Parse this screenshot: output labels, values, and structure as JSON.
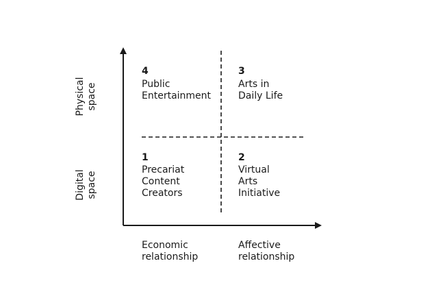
{
  "quadrants": [
    {
      "number": "4",
      "lines": [
        "Public",
        "Entertainment"
      ]
    },
    {
      "number": "3",
      "lines": [
        "Arts in",
        "Daily Life"
      ]
    },
    {
      "number": "1",
      "lines": [
        "Precariat",
        "Content",
        "Creators"
      ]
    },
    {
      "number": "2",
      "lines": [
        "Virtual",
        "Arts",
        "Initiative"
      ]
    }
  ],
  "x_labels": [
    {
      "lines": [
        "Economic",
        "relationship"
      ]
    },
    {
      "lines": [
        "Affective",
        "relationship"
      ]
    }
  ],
  "y_labels": [
    {
      "lines": [
        "Physical",
        "space"
      ]
    },
    {
      "lines": [
        "Digital",
        "space"
      ]
    }
  ],
  "line_color": "#1a1a1a"
}
